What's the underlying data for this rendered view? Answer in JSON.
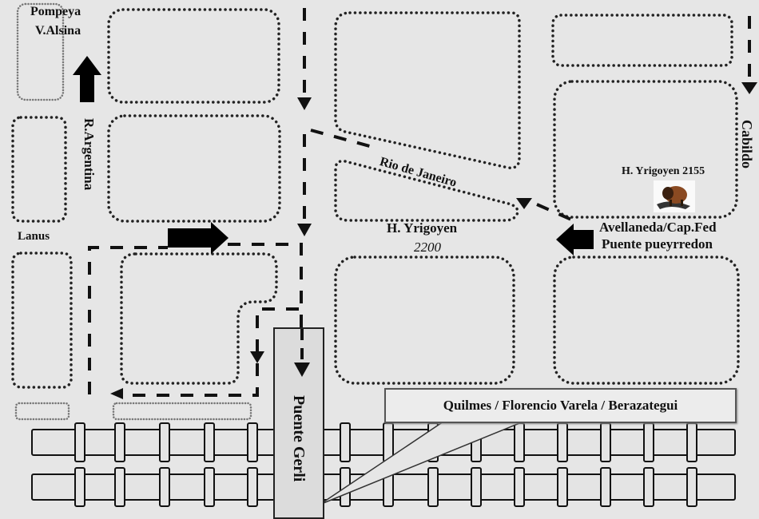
{
  "map": {
    "title": "Location map",
    "colors": {
      "background": "#e6e6e6",
      "block_dots": "#222222",
      "route": "#111111",
      "rail_fill": "#e4e4e4"
    },
    "labels": {
      "pompeya": "Pompeya",
      "valsina": "V.Alsina",
      "r_argentina": "R.Argentina",
      "lanus": "Lanus",
      "rio_de_janeiro": "Rio de Janeiro",
      "h_yrigoyen": "H. Yrigoyen",
      "h_yrigoyen_number": "2200",
      "destination_address": "H. Yrigoyen 2155",
      "cabildo": "Cabildo",
      "avellaneda": "Avellaneda/Cap.Fed",
      "puente_pueyrredon": "Puente pueyrredon",
      "puente_gerli": "Puente Gerli",
      "quilmes_route": "Quilmes / Florencio Varela / Berazategui"
    },
    "icons": {
      "location_marker": "bison-logo-icon",
      "arrow_up": "arrow-up-icon",
      "arrow_right": "arrow-right-icon",
      "arrow_left": "arrow-left-icon",
      "arrow_down": "arrow-down-icon"
    }
  }
}
